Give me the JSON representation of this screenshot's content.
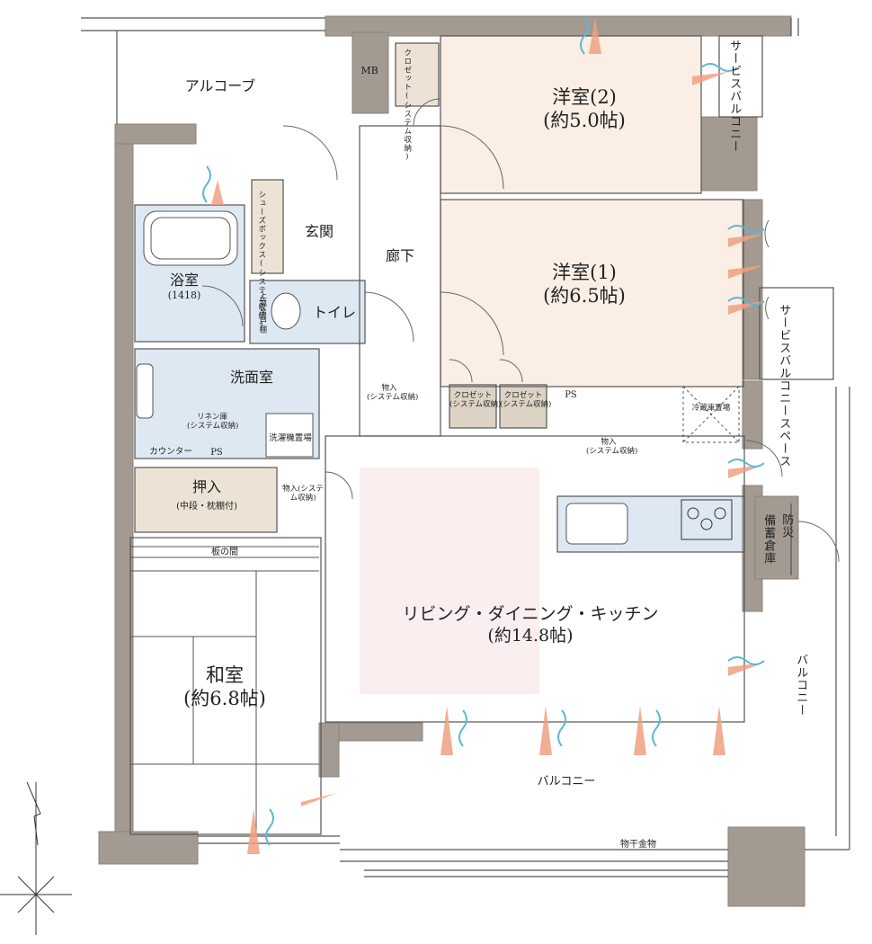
{
  "rooms": {
    "western2": {
      "name": "洋室(2)",
      "size": "(約5.0帖)"
    },
    "western1": {
      "name": "洋室(1)",
      "size": "(約6.5帖)"
    },
    "ldk": {
      "name": "リビング・ダイニング・キッチン",
      "size": "(約14.8帖)"
    },
    "japanese": {
      "name": "和室",
      "size": "(約6.8帖)"
    },
    "bath": {
      "name": "浴室",
      "size": "(1418)"
    },
    "washroom": "洗面室",
    "toilet": "トイレ",
    "entrance": "玄関",
    "corridor": "廊下",
    "alcove": "アルコーブ"
  },
  "storage": {
    "shoebox": "シューズボックス(システム収納)",
    "closet_w2": "クロゼット(システム収納)",
    "closet_a": "クロゼット",
    "closet_b": "クロゼット",
    "closet_sub": "(システム収納)",
    "mono1": "物入",
    "mono1_sub": "(システム収納)",
    "mono2": "物入",
    "mono2_sub": "(システム収納)",
    "mono3": "物入(システム収納)",
    "linen": "リネン庫",
    "linen_sub": "(システム収納)",
    "oshiire": "押入",
    "oshiire_sub": "(中段・枕棚付)",
    "itanoma": "板の間",
    "upper_shelf": "上部吊戸棚",
    "disaster": "備蓄倉庫",
    "disaster_b": "防災",
    "fridge": "冷蔵庫置場"
  },
  "fixtures": {
    "mb": "MB",
    "ps1": "PS",
    "ps2": "PS",
    "counter": "カウンター",
    "washer": "洗濯機置場",
    "dryer": "物干金物"
  },
  "outside": {
    "service_balcony_top": "サービスバルコニー",
    "service_balcony_right": "サービスバルコニースペース",
    "balcony_right": "バルコニー",
    "balcony_bottom": "バルコニー"
  }
}
